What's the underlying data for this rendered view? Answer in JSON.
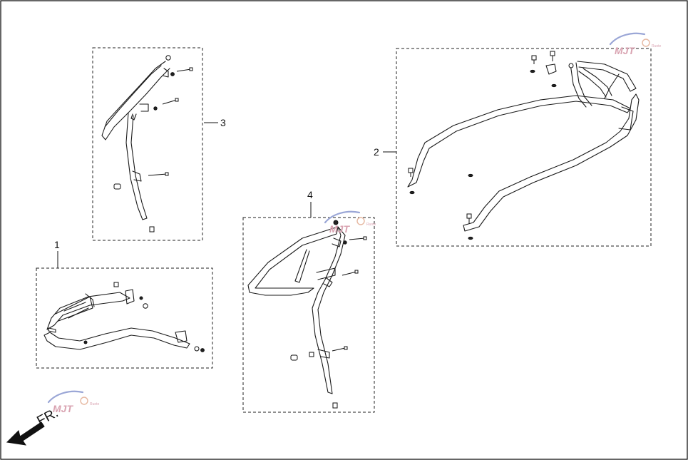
{
  "callouts": [
    {
      "id": "1",
      "label": "1"
    },
    {
      "id": "2",
      "label": "2"
    },
    {
      "id": "3",
      "label": "3"
    },
    {
      "id": "4",
      "label": "4"
    }
  ],
  "direction_label": "FR.",
  "watermark": {
    "logo_text": "MJT",
    "tagline": "Ruote"
  },
  "colors": {
    "line": "#1a1a1a",
    "background": "#ffffff",
    "watermark": "#d9a3b1"
  }
}
